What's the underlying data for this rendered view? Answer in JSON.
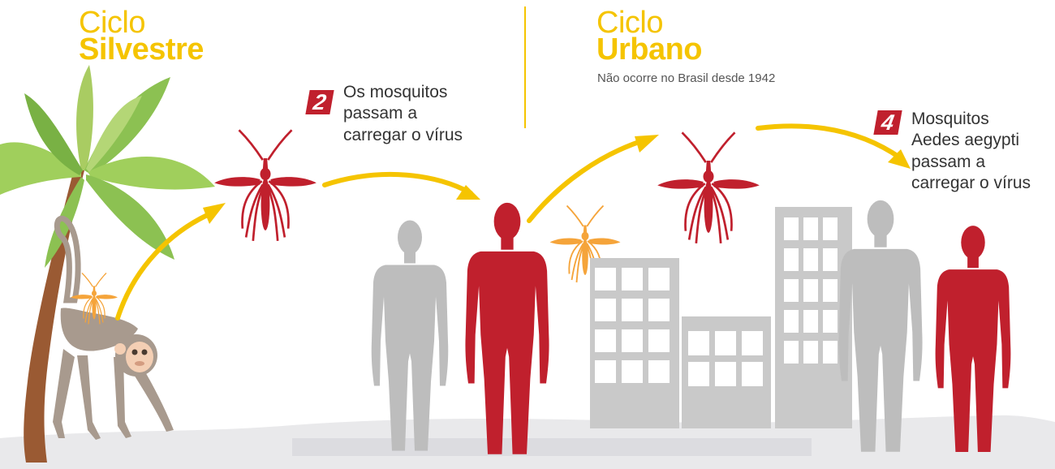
{
  "sylvan": {
    "line1": "Ciclo",
    "line2": "Silvestre"
  },
  "urban": {
    "line1": "Ciclo",
    "line2": "Urbano",
    "note": "Não ocorre no Brasil desde 1942"
  },
  "step2": {
    "number": "2",
    "text": [
      "Os mosquitos",
      "passam a",
      "carregar o vírus"
    ]
  },
  "step4": {
    "number": "4",
    "text": [
      "Mosquitos",
      "Aedes aegypti",
      "passam a",
      "carregar o vírus"
    ]
  },
  "colors": {
    "accent_yellow": "#F5C400",
    "infected_red": "#C0202D",
    "healthy_gray": "#BDBDBD",
    "mosquito_orange": "#F5A43A",
    "ground": "#E9E9EB",
    "building": "#C9C9C9",
    "palm_leaf": "#8CC152",
    "palm_trunk": "#9A5A33",
    "monkey": "#A89A8E"
  },
  "icons": [
    "palm-tree-icon",
    "monkey-icon",
    "mosquito-icon",
    "person-icon",
    "building-icon",
    "arrow-icon"
  ]
}
